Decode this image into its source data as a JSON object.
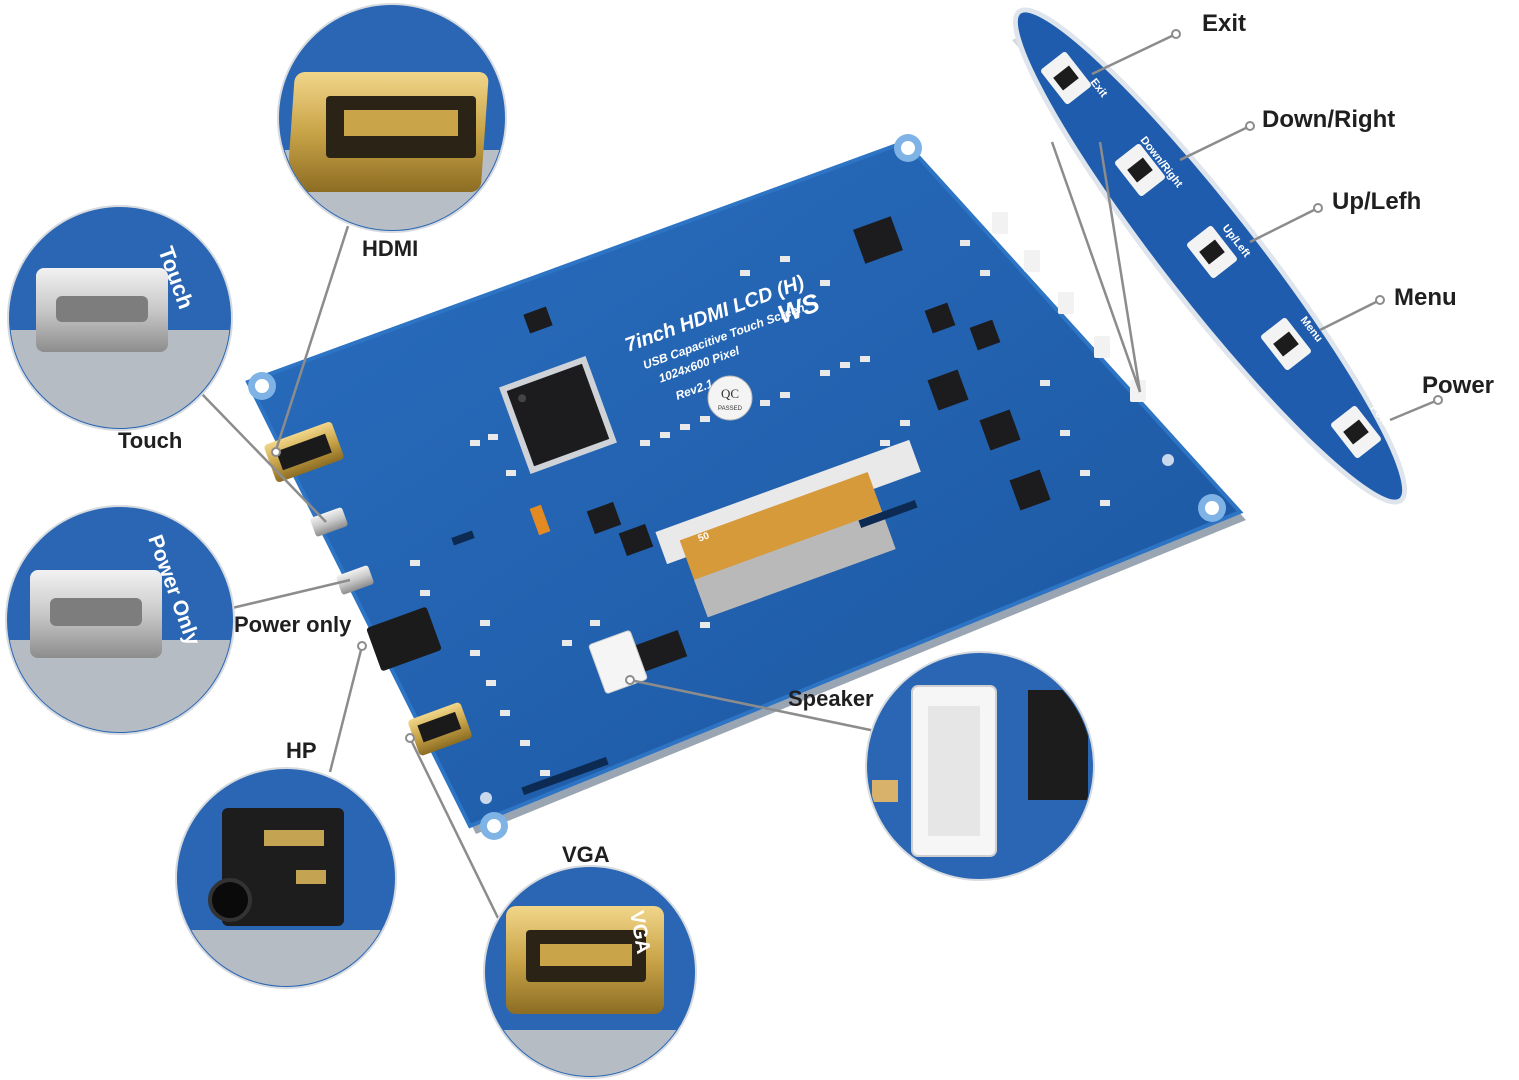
{
  "board": {
    "title": "7inch HDMI LCD (H)",
    "subtitle": "USB Capacitive Touch Screen",
    "resolution": "1024x600 Pixel",
    "revision": "Rev2.1",
    "qc_top": "QC",
    "qc_bottom": "PASSED",
    "brand_mark": "WS",
    "pin_label": "50",
    "colors": {
      "pcb": "#1e5fae",
      "pcb_edge": "#2d74c4",
      "gold": "#c9a448",
      "callout_line": "#8c8c8c"
    }
  },
  "callouts": {
    "exit": "Exit",
    "down_right": "Down/Right",
    "up_left": "Up/Lefh",
    "menu": "Menu",
    "power": "Power",
    "hdmi": "HDMI",
    "touch": "Touch",
    "power_only": "Power only",
    "hp": "HP",
    "vga": "VGA",
    "speaker": "Speaker"
  },
  "zoom_labels": {
    "touch": "Touch",
    "power_only": "Power Only",
    "vga": "VGA"
  },
  "button_strip": {
    "items": [
      "Exit",
      "Down/Right",
      "Up/Left",
      "Menu",
      "Power"
    ]
  }
}
